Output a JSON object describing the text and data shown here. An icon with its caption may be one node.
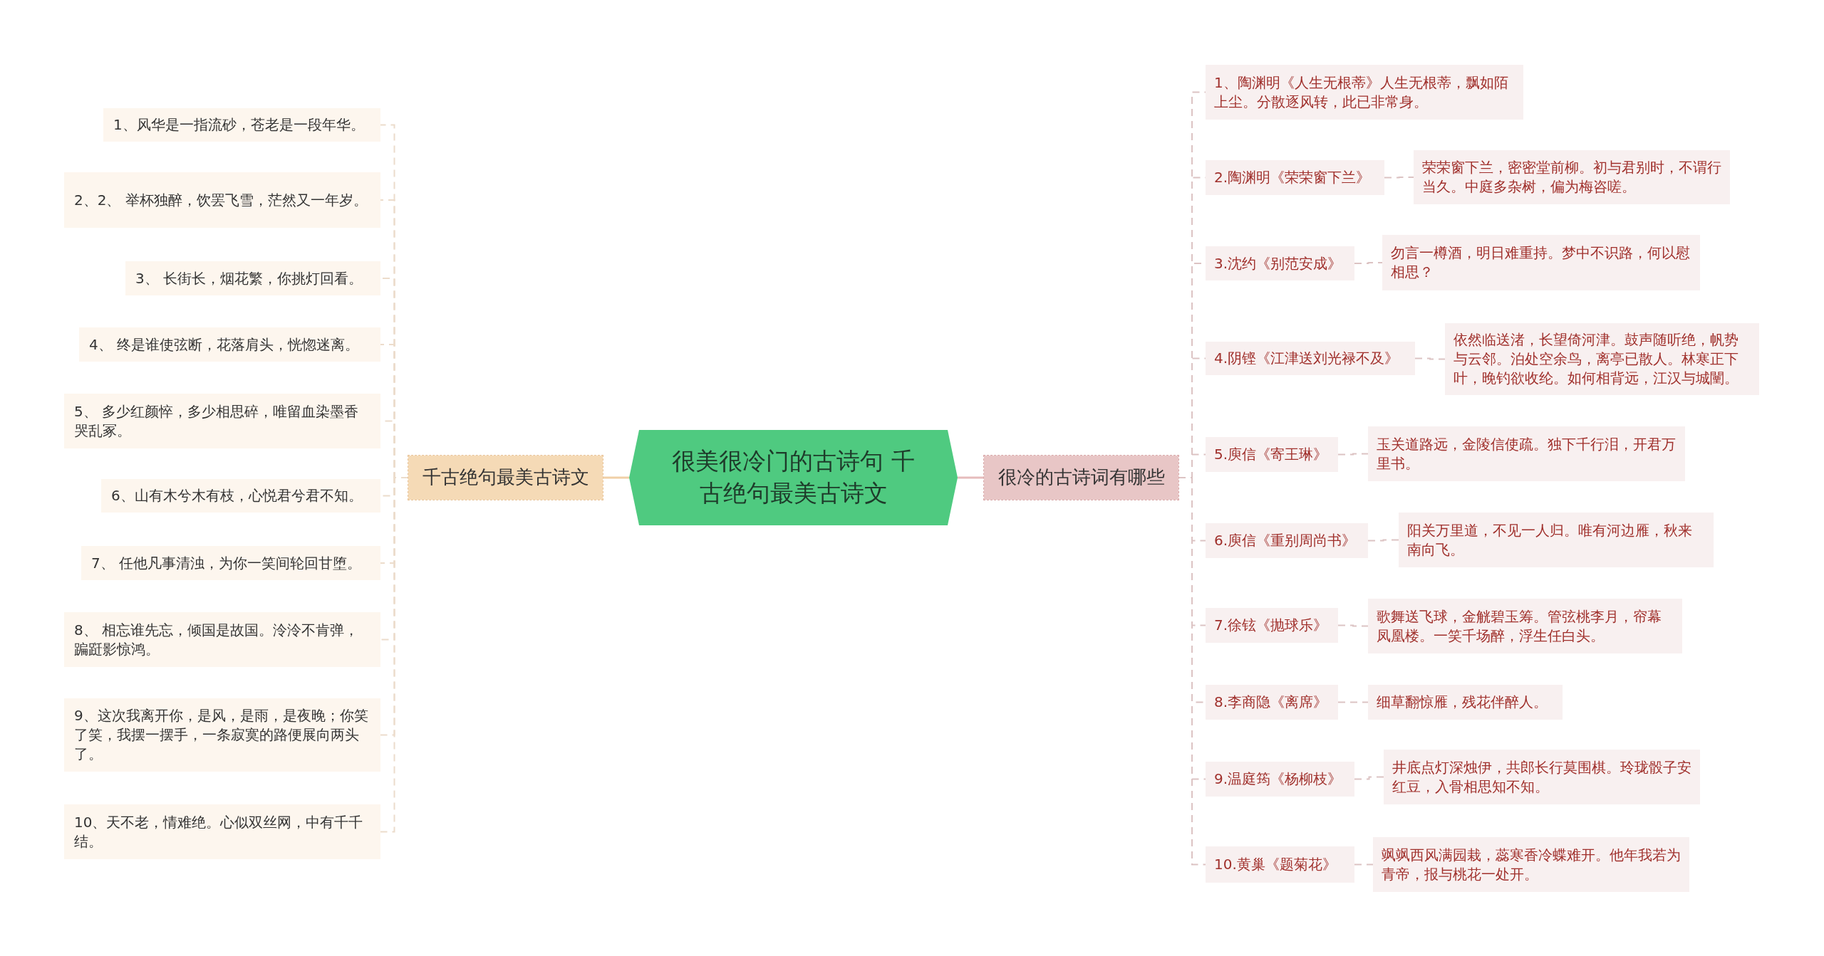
{
  "diagram": {
    "nodes": [
      {
        "text": [
          "很美很冷门的古诗句 千古绝句最美古诗文"
        ]
      },
      {
        "text": [
          "千古绝句最美古诗文"
        ]
      },
      {
        "text": [
          "1、风华是一指流砂，苍老是一段年华。"
        ]
      },
      {
        "text": [
          "2、2、 举杯独醉，饮罢飞雪，茫然又一年岁。"
        ]
      },
      {
        "text": [
          "3、 长街长，烟花繁，你挑灯回看。"
        ]
      },
      {
        "text": [
          "4、 终是谁使弦断，花落肩头，恍惚迷离。"
        ]
      },
      {
        "text": [
          "5、 多少红颜悴，多少相思碎，唯留血染墨香哭乱冢。"
        ]
      },
      {
        "text": [
          "6、山有木兮木有枝，心悦君兮君不知。"
        ]
      },
      {
        "text": [
          "7、 任他凡事清浊，为你一笑间轮回甘堕。"
        ]
      },
      {
        "text": [
          "8、 相忘谁先忘，倾国是故国。泠泠不肯弹，蹁跹影惊鸿。"
        ]
      },
      {
        "text": [
          "9、这次我离开你，是风，是雨，是夜晚；你笑了笑，我摆一摆手，一条寂寞的路便展向两头了。"
        ]
      },
      {
        "text": [
          "10、天不老，情难绝。心似双丝网，中有千千结。"
        ]
      },
      {
        "text": [
          "很冷的古诗词有哪些"
        ]
      },
      {
        "text": [
          "1、陶渊明《人生无根蒂》人生无根蒂，飘如陌上尘。分散逐风转，此已非常身。"
        ]
      },
      {
        "text": [
          "2.陶渊明《荣荣窗下兰》"
        ]
      },
      {
        "text": [
          "荣荣窗下兰，密密堂前柳。初与君别时，不谓行当久。中庭多杂树，偏为梅咨嗟。"
        ]
      },
      {
        "text": [
          "3.沈约《别范安成》"
        ]
      },
      {
        "text": [
          "勿言一樽酒，明日难重持。梦中不识路，何以慰相思？"
        ]
      },
      {
        "text": [
          "4.阴铿《江津送刘光禄不及》"
        ]
      },
      {
        "text": [
          "依然临送渚，长望倚河津。鼓声随听绝，帆势与云邻。泊处空余鸟，离亭已散人。林寒正下叶，晚钓欲收纶。如何相背远，江汉与城闉。"
        ]
      },
      {
        "text": [
          "5.庾信《寄王琳》"
        ]
      },
      {
        "text": [
          "玉关道路远，金陵信使疏。独下千行泪，开君万里书。"
        ]
      },
      {
        "text": [
          "6.庾信《重别周尚书》"
        ]
      },
      {
        "text": [
          "阳关万里道，不见一人归。唯有河边雁，秋来南向飞。"
        ]
      },
      {
        "text": [
          "7.徐铉《抛球乐》"
        ]
      },
      {
        "text": [
          "歌舞送飞球，金觥碧玉筹。管弦桃李月，帘幕凤凰楼。一笑千场醉，浮生任白头。"
        ]
      },
      {
        "text": [
          "8.李商隐《离席》"
        ]
      },
      {
        "text": [
          "细草翻惊雁，残花伴醉人。"
        ]
      },
      {
        "text": [
          "9.温庭筠《杨柳枝》"
        ]
      },
      {
        "text": [
          "井底点灯深烛伊，共郎长行莫围棋。玲珑骰子安红豆，入骨相思知不知。"
        ]
      },
      {
        "text": [
          "10.黄巢《题菊花》"
        ]
      },
      {
        "text": [
          "飒飒西风满园栽，蕊寒香冷蝶难开。他年我若为青帝，报与桃花一处开。"
        ]
      }
    ],
    "edges": [
      {
        "from": 0,
        "to": 1,
        "arrow": "none",
        "color": "#f0cfa6"
      },
      {
        "from": 0,
        "to": 12,
        "arrow": "none",
        "color": "#e6bcbc"
      },
      {
        "from": 1,
        "to": 2,
        "arrow": "none",
        "style": "dashed",
        "color": "#ecdccb"
      },
      {
        "from": 1,
        "to": 3,
        "arrow": "none",
        "style": "dashed",
        "color": "#ecdccb"
      },
      {
        "from": 1,
        "to": 4,
        "arrow": "none",
        "style": "dashed",
        "color": "#ecdccb"
      },
      {
        "from": 1,
        "to": 5,
        "arrow": "none",
        "style": "dashed",
        "color": "#ecdccb"
      },
      {
        "from": 1,
        "to": 6,
        "arrow": "none",
        "style": "dashed",
        "color": "#ecdccb"
      },
      {
        "from": 1,
        "to": 7,
        "arrow": "none",
        "style": "dashed",
        "color": "#ecdccb"
      },
      {
        "from": 1,
        "to": 8,
        "arrow": "none",
        "style": "dashed",
        "color": "#ecdccb"
      },
      {
        "from": 1,
        "to": 9,
        "arrow": "none",
        "style": "dashed",
        "color": "#ecdccb"
      },
      {
        "from": 1,
        "to": 10,
        "arrow": "none",
        "style": "dashed",
        "color": "#ecdccb"
      },
      {
        "from": 1,
        "to": 11,
        "arrow": "none",
        "style": "dashed",
        "color": "#ecdccb"
      },
      {
        "from": 12,
        "to": 13,
        "arrow": "none",
        "style": "dashed"
      },
      {
        "from": 12,
        "to": 14,
        "arrow": "none",
        "style": "dashed"
      },
      {
        "from": 14,
        "to": 15,
        "arrow": "none",
        "style": "dashed"
      },
      {
        "from": 12,
        "to": 16,
        "arrow": "none",
        "style": "dashed"
      },
      {
        "from": 16,
        "to": 17,
        "arrow": "none",
        "style": "dashed"
      },
      {
        "from": 12,
        "to": 18,
        "arrow": "none",
        "style": "dashed"
      },
      {
        "from": 18,
        "to": 19,
        "arrow": "none",
        "style": "dashed"
      },
      {
        "from": 12,
        "to": 20,
        "arrow": "none",
        "style": "dashed"
      },
      {
        "from": 20,
        "to": 21,
        "arrow": "none",
        "style": "dashed"
      },
      {
        "from": 12,
        "to": 22,
        "arrow": "none",
        "style": "dashed"
      },
      {
        "from": 22,
        "to": 23,
        "arrow": "none",
        "style": "dashed"
      },
      {
        "from": 12,
        "to": 24,
        "arrow": "none",
        "style": "dashed"
      },
      {
        "from": 24,
        "to": 25,
        "arrow": "none",
        "style": "dashed"
      },
      {
        "from": 12,
        "to": 26,
        "arrow": "none",
        "style": "dashed"
      },
      {
        "from": 26,
        "to": 27,
        "arrow": "none",
        "style": "dashed"
      },
      {
        "from": 12,
        "to": 28,
        "arrow": "none",
        "style": "dashed"
      },
      {
        "from": 28,
        "to": 29,
        "arrow": "none",
        "style": "dashed"
      },
      {
        "from": 12,
        "to": 30,
        "arrow": "none",
        "style": "dashed"
      },
      {
        "from": 30,
        "to": 31,
        "arrow": "none",
        "style": "dashed"
      }
    ]
  }
}
